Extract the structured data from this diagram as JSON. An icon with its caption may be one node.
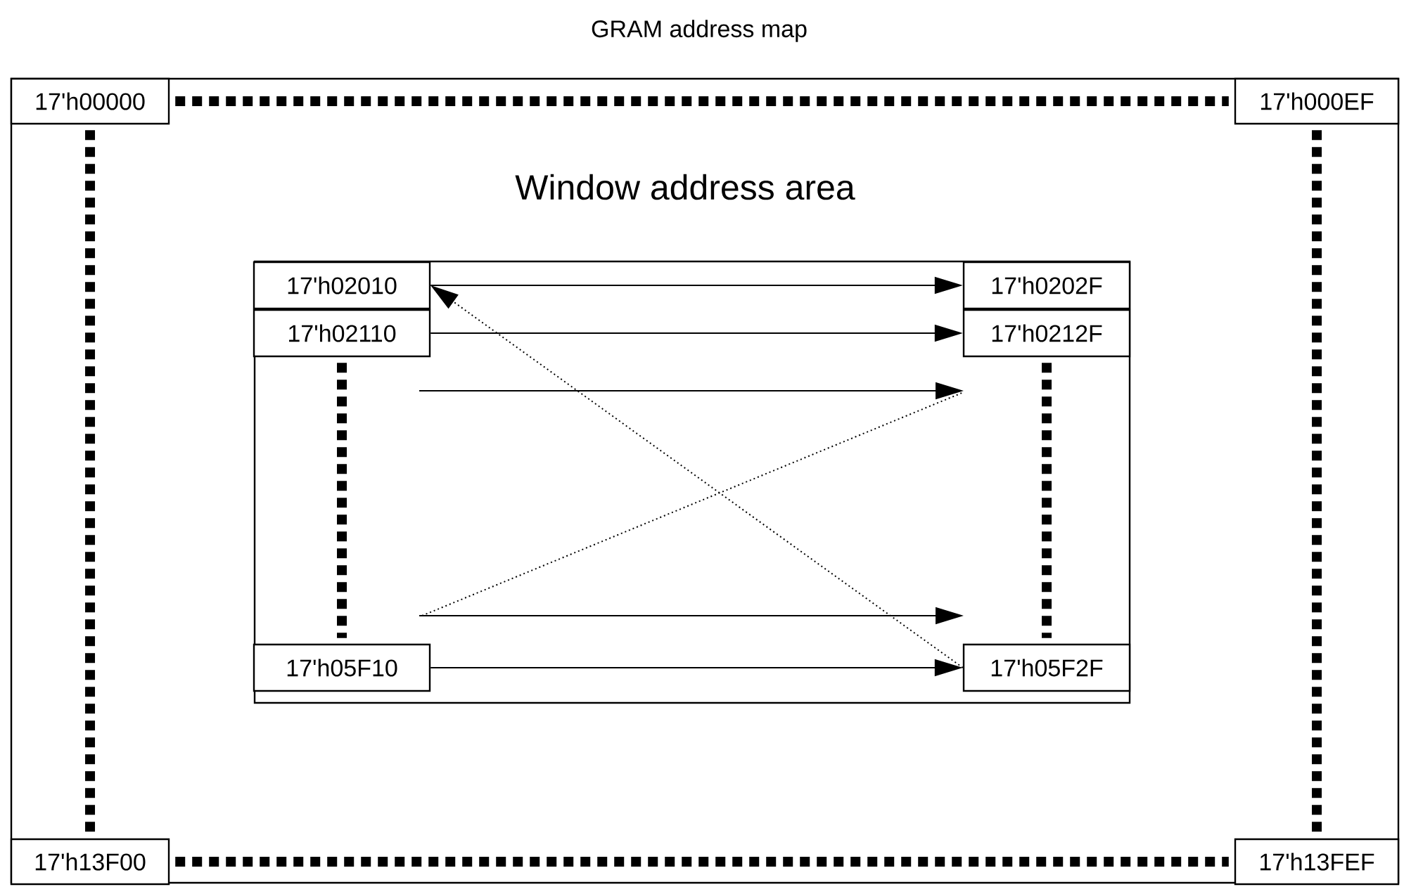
{
  "diagram": {
    "nodes": [
      {
        "text": [
          "GRAM address map"
        ]
      },
      {
        "text": [
          "17'h00000"
        ],
        "in": 0
      },
      {
        "text": [
          "17'h000EF"
        ],
        "in": 0
      },
      {
        "text": [
          "Window address area"
        ],
        "in": 0
      },
      {
        "text": [
          "17'h02010"
        ],
        "in": 3
      },
      {
        "text": [
          "17'h0202F"
        ],
        "in": 3
      },
      {
        "text": [
          "17'h02110"
        ],
        "in": 3
      },
      {
        "text": [
          "17'h0212F"
        ],
        "in": 3
      },
      {
        "text": [
          "17'h05F10"
        ],
        "in": 3
      },
      {
        "text": [
          "17'h05F2F"
        ],
        "in": 3
      },
      {
        "text": [
          "17'h13F00"
        ],
        "in": 0
      },
      {
        "text": [
          "17'h13FEF"
        ],
        "in": 0
      }
    ],
    "edges": [
      {
        "from": 1,
        "to": 2,
        "arrow": "none",
        "style": "dashed"
      },
      {
        "from": 1,
        "to": 10,
        "arrow": "none",
        "style": "dashed"
      },
      {
        "from": 2,
        "to": 11,
        "arrow": "none",
        "style": "dashed"
      },
      {
        "from": 10,
        "to": 11,
        "arrow": "none",
        "style": "dashed"
      },
      {
        "from": 4,
        "to": 5,
        "arrow": "to"
      },
      {
        "from": 6,
        "to": 7,
        "arrow": "to"
      },
      {
        "from": 6,
        "to": 8,
        "arrow": "none",
        "style": "dashed"
      },
      {
        "from": 7,
        "to": 9,
        "arrow": "none",
        "style": "dashed"
      },
      {
        "from": 8,
        "to": 9,
        "arrow": "to"
      },
      {
        "from": 9,
        "to": 4,
        "arrow": "to",
        "style": "dashed"
      }
    ]
  }
}
